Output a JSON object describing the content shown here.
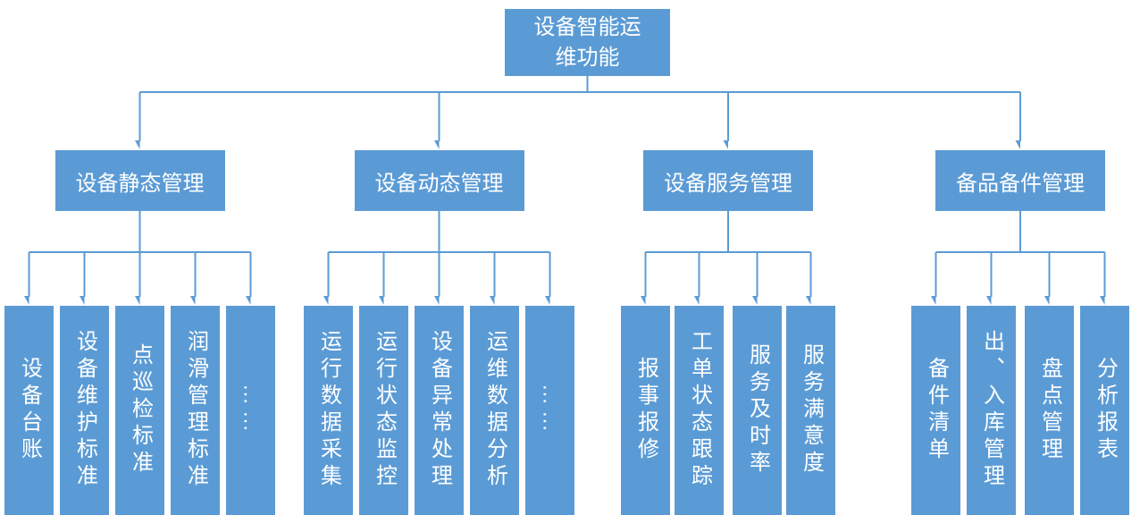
{
  "root": {
    "label": "设备智能运维功能"
  },
  "branches": [
    {
      "label": "设备静态管理",
      "children": [
        "设备台账",
        "设备维护标准",
        "点巡检标准",
        "润滑管理标准",
        "……"
      ]
    },
    {
      "label": "设备动态管理",
      "children": [
        "运行数据采集",
        "运行状态监控",
        "设备异常处理",
        "运维数据分析",
        "……"
      ]
    },
    {
      "label": "设备服务管理",
      "children": [
        "报事报修",
        "工单状态跟踪",
        "服务及时率",
        "服务满意度"
      ]
    },
    {
      "label": "备品备件管理",
      "children": [
        "备件清单",
        "出、入库管理",
        "盘点管理",
        "分析报表"
      ]
    }
  ],
  "colors": {
    "node_fill": "#5B9BD5",
    "connector": "#5B9BD5",
    "text": "#FFFFFF",
    "background": "#FFFFFF"
  }
}
